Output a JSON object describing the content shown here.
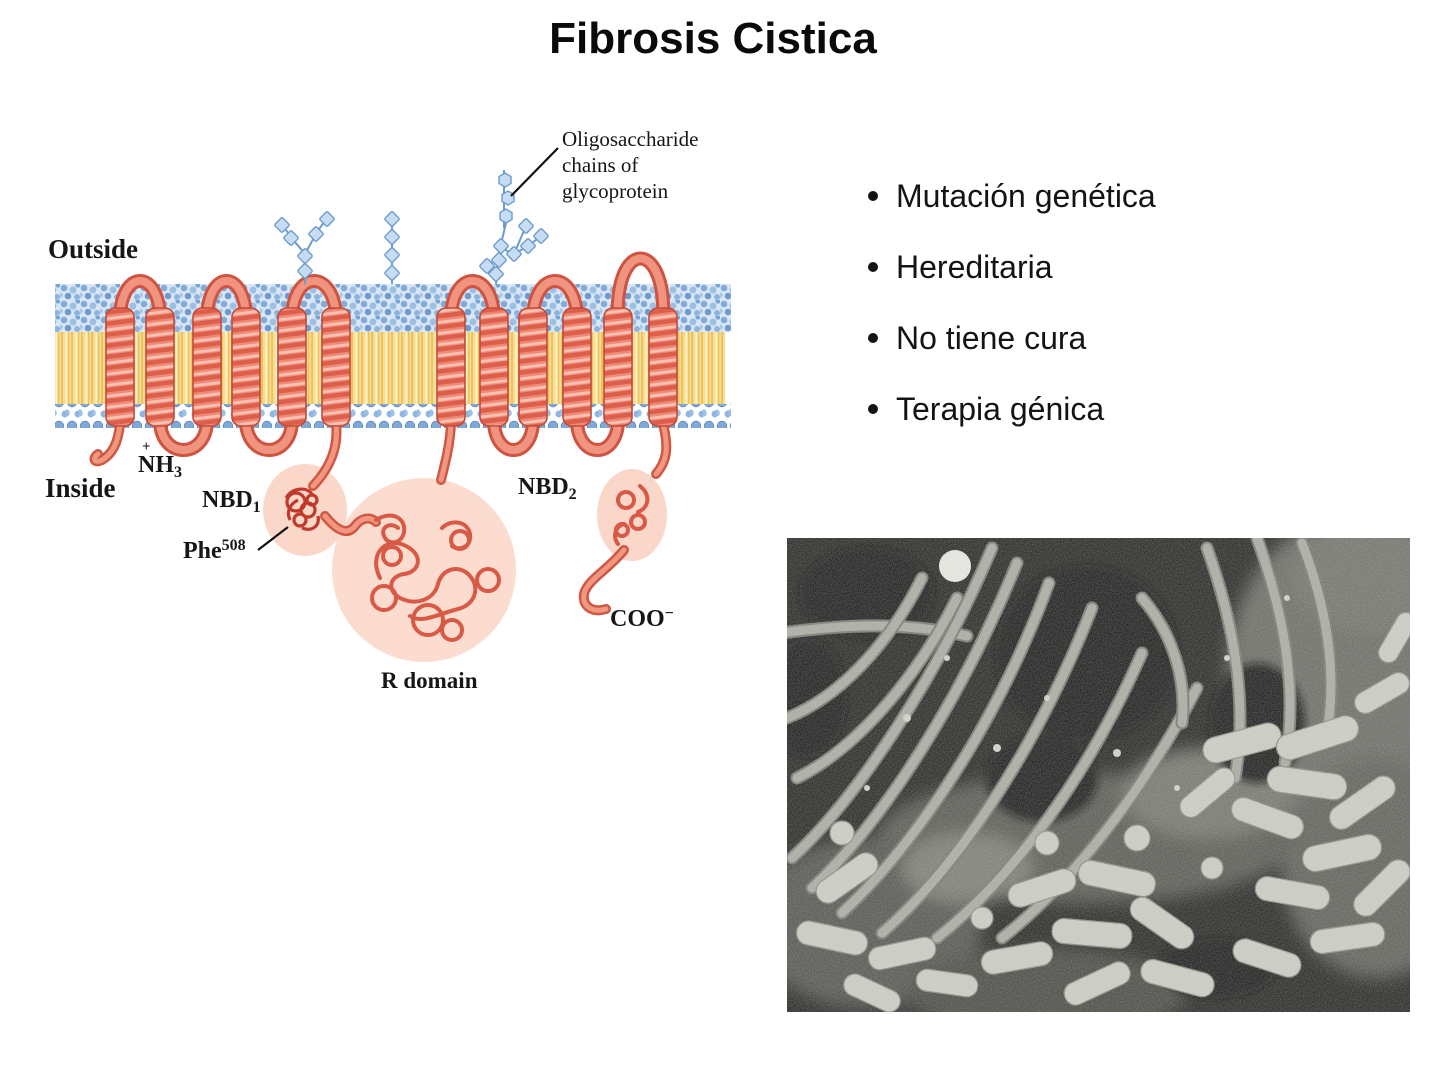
{
  "slide": {
    "title": "Fibrosis Cistica"
  },
  "bullets": {
    "items": [
      {
        "label": "Mutación genética"
      },
      {
        "label": "Hereditaria"
      },
      {
        "label": "No tiene cura"
      },
      {
        "label": "Terapia génica"
      }
    ]
  },
  "diagram": {
    "labels": {
      "oligosaccharide": {
        "line1": "Oligosaccharide",
        "line2": "chains of",
        "line3": "glycoprotein"
      },
      "outside": "Outside",
      "inside": "Inside",
      "nh3": {
        "plus": "+",
        "n": "N",
        "h": "H",
        "sub": "3"
      },
      "nbd1": {
        "base": "NBD",
        "sub": "1"
      },
      "phe": {
        "base": "Phe",
        "sup": "508"
      },
      "r_domain": "R domain",
      "nbd2": {
        "base": "NBD",
        "sub": "2"
      },
      "coo": {
        "base": "COO",
        "sup": "−"
      }
    },
    "colors": {
      "membrane_heads_blue": "#82abd9",
      "lipid_tails_yellow": "#f4d67e",
      "protein_red": "#dd5f4b",
      "domain_pink": "#fad7c9"
    }
  }
}
